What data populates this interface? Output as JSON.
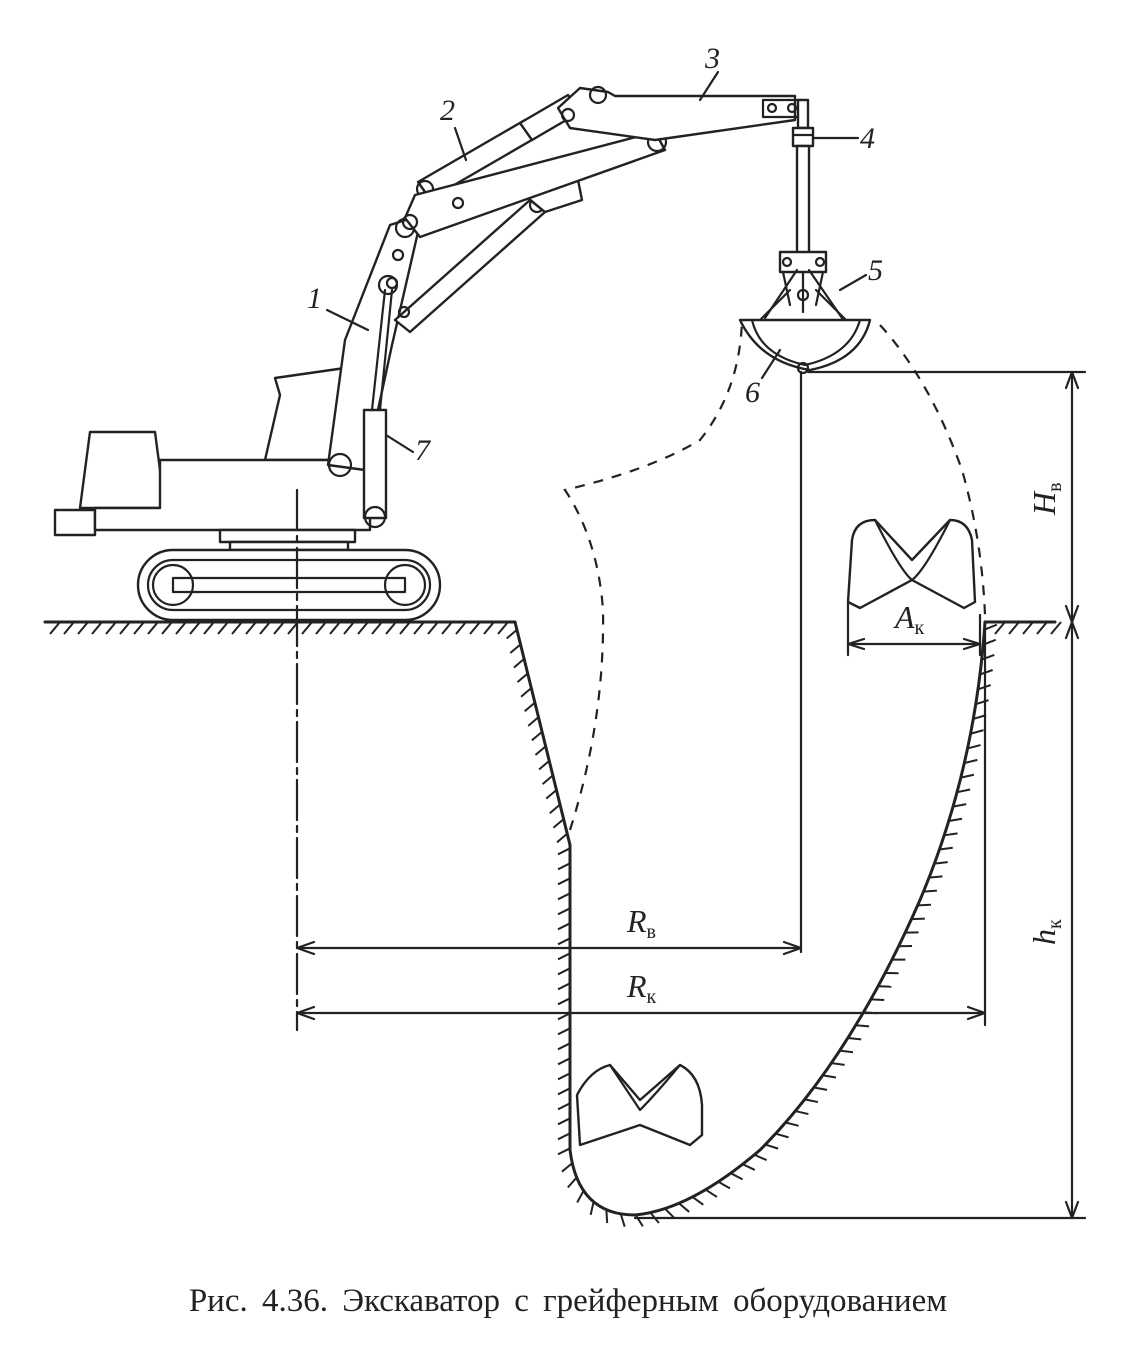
{
  "caption": "Рис. 4.36. Экскаватор с грейферным оборудованием",
  "part_labels": [
    "1",
    "2",
    "3",
    "4",
    "5",
    "6",
    "7"
  ],
  "dimensions": {
    "H_v": {
      "main": "H",
      "sub": "в"
    },
    "A_k": {
      "main": "A",
      "sub": "к"
    },
    "h_k": {
      "main": "h",
      "sub": "к"
    },
    "R_v": {
      "main": "R",
      "sub": "в"
    },
    "R_k": {
      "main": "R",
      "sub": "к"
    }
  }
}
